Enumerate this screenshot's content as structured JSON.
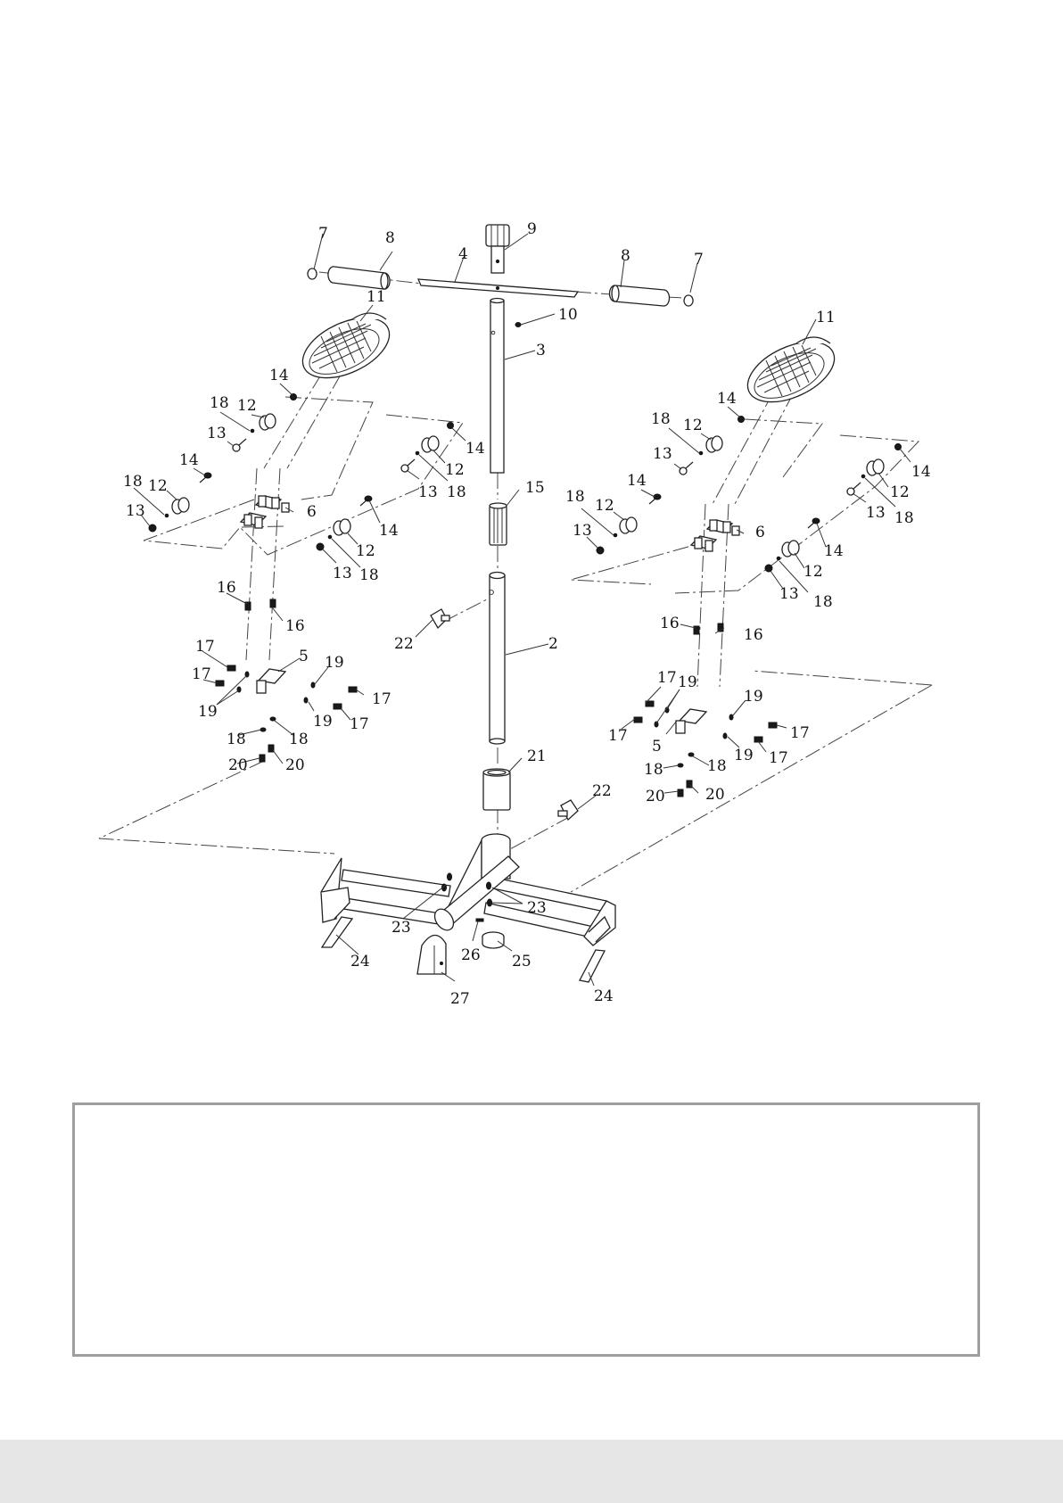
{
  "callouts": {
    "p7_left": "7",
    "p8_left": "8",
    "p9": "9",
    "p4": "4",
    "p8_right": "8",
    "p7_right": "7",
    "p10": "10",
    "p3": "3",
    "p11_left": "11",
    "p11_right": "11",
    "p15": "15",
    "p22_upper": "22",
    "p2": "2",
    "p21": "21",
    "p22_lower": "22",
    "p23_left": "23",
    "p23_right": "23",
    "p24_left": "24",
    "p24_right": "24",
    "p25": "25",
    "p26": "26",
    "p27": "27",
    "L14a": "14",
    "L18a": "18",
    "L12a": "12",
    "L13a": "13",
    "L14b": "14",
    "L18b": "18",
    "L12b": "12",
    "L13b": "13",
    "L14c": "14",
    "L12c": "12",
    "L13c": "13",
    "L18c": "18",
    "L14d": "14",
    "L12d": "12",
    "L13d": "13",
    "L18d": "18",
    "L6": "6",
    "L16a": "16",
    "L16b": "16",
    "L5": "5",
    "L17a": "17",
    "L17b": "17",
    "L19a": "19",
    "L19b": "19",
    "L19c": "19",
    "L17c": "17",
    "L17d": "17",
    "L18e": "18",
    "L18f": "18",
    "L20a": "20",
    "L20b": "20",
    "R14a": "14",
    "R18a": "18",
    "R12a": "12",
    "R13a": "13",
    "R14b": "14",
    "R12b": "12",
    "R13b": "13",
    "R18b": "18",
    "R18c": "18",
    "R12c": "12",
    "R13c": "13",
    "R14c": "14",
    "R14d": "14",
    "R12d": "12",
    "R13d": "13",
    "R18d": "18",
    "R6": "6",
    "R16a": "16",
    "R16b": "16",
    "R17a": "17",
    "R19a": "19",
    "R19b": "19",
    "R17b": "17",
    "R5": "5",
    "R17c": "17",
    "R19c": "19",
    "R17d": "17",
    "R18e": "18",
    "R18f": "18",
    "R20a": "20",
    "R20b": "20"
  }
}
